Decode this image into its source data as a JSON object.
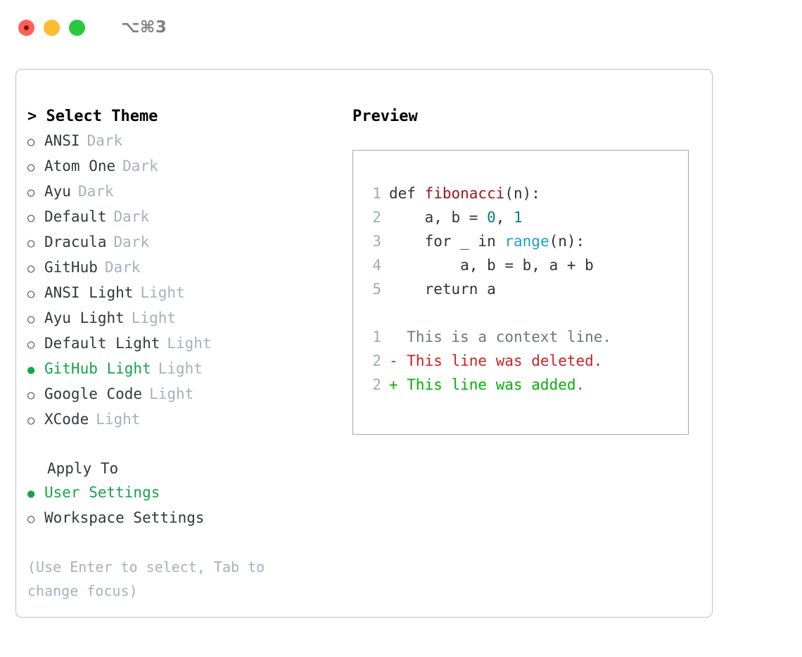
{
  "titlebar": {
    "shortcut": "⌥⌘3",
    "lights": [
      "close",
      "minimize",
      "zoom"
    ]
  },
  "theme_selector": {
    "heading": "> Select Theme",
    "items": [
      {
        "bullet": "○",
        "label": "ANSI",
        "tag": "Dark",
        "selected": false
      },
      {
        "bullet": "○",
        "label": "Atom One",
        "tag": "Dark",
        "selected": false
      },
      {
        "bullet": "○",
        "label": "Ayu",
        "tag": "Dark",
        "selected": false
      },
      {
        "bullet": "○",
        "label": "Default",
        "tag": "Dark",
        "selected": false
      },
      {
        "bullet": "○",
        "label": "Dracula",
        "tag": "Dark",
        "selected": false
      },
      {
        "bullet": "○",
        "label": "GitHub",
        "tag": "Dark",
        "selected": false
      },
      {
        "bullet": "○",
        "label": "ANSI Light",
        "tag": "Light",
        "selected": false
      },
      {
        "bullet": "○",
        "label": "Ayu Light",
        "tag": "Light",
        "selected": false
      },
      {
        "bullet": "○",
        "label": "Default Light",
        "tag": "Light",
        "selected": false
      },
      {
        "bullet": "●",
        "label": "GitHub Light",
        "tag": "Light",
        "selected": true
      },
      {
        "bullet": "○",
        "label": "Google Code",
        "tag": "Light",
        "selected": false
      },
      {
        "bullet": "○",
        "label": "XCode",
        "tag": "Light",
        "selected": false
      }
    ]
  },
  "apply_to": {
    "heading": "Apply To",
    "items": [
      {
        "bullet": "●",
        "label": "User Settings",
        "selected": true
      },
      {
        "bullet": "○",
        "label": "Workspace Settings",
        "selected": false
      }
    ]
  },
  "hint": "(Use Enter to select, Tab to change focus)",
  "preview": {
    "heading": "Preview",
    "code_lines": [
      {
        "num": "1",
        "tokens": [
          {
            "t": "def ",
            "c": "plain"
          },
          {
            "t": "fibonacci",
            "c": "func"
          },
          {
            "t": "(n):",
            "c": "plain"
          }
        ]
      },
      {
        "num": "2",
        "tokens": [
          {
            "t": "    a, b = ",
            "c": "plain"
          },
          {
            "t": "0",
            "c": "num"
          },
          {
            "t": ", ",
            "c": "plain"
          },
          {
            "t": "1",
            "c": "num"
          }
        ]
      },
      {
        "num": "3",
        "tokens": [
          {
            "t": "    for _ in ",
            "c": "plain"
          },
          {
            "t": "range",
            "c": "builtin"
          },
          {
            "t": "(n):",
            "c": "plain"
          }
        ]
      },
      {
        "num": "4",
        "tokens": [
          {
            "t": "        a, b = b, a + b",
            "c": "plain"
          }
        ]
      },
      {
        "num": "5",
        "tokens": [
          {
            "t": "    return a",
            "c": "plain"
          }
        ]
      }
    ],
    "diff_lines": [
      {
        "num": "1",
        "marker": "  ",
        "text": "This is a context line.",
        "kind": "ctx"
      },
      {
        "num": "2",
        "marker": "- ",
        "text": "This line was deleted.",
        "kind": "del"
      },
      {
        "num": "2",
        "marker": "+ ",
        "text": "This line was added.",
        "kind": "add"
      }
    ]
  },
  "colors": {
    "accent_green": "#16a34a",
    "tag_gray": "#a7b0bd",
    "func_red": "#a31515",
    "num_teal": "#0d7a7a",
    "builtin_blue": "#1f9cd0",
    "diff_del_red": "#cc2222",
    "diff_add_green": "#06b006",
    "panel_border": "#b9c2cd",
    "preview_border": "#9fa8b5"
  }
}
